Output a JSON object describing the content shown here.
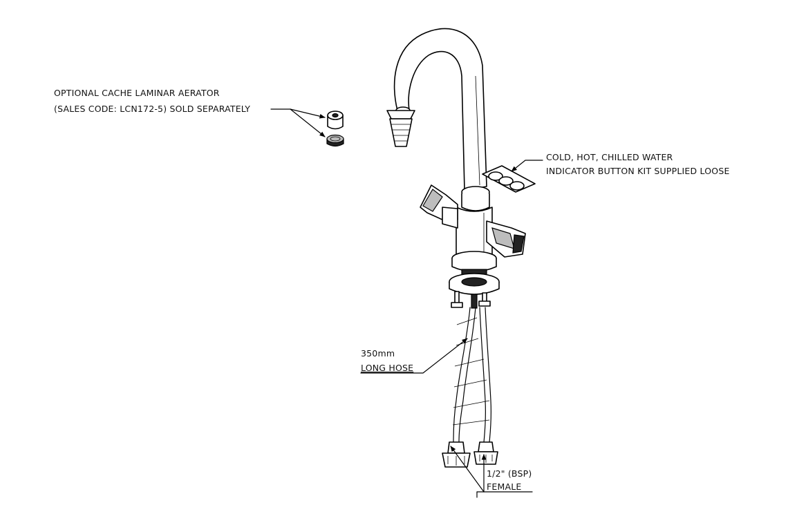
{
  "callouts": {
    "aerator": {
      "line1": "OPTIONAL CACHE LAMINAR AERATOR",
      "line2": "(SALES CODE: LCN172-5) SOLD SEPARATELY"
    },
    "indicator": {
      "line1": "COLD, HOT, CHILLED WATER",
      "line2": "INDICATOR BUTTON KIT SUPPLIED LOOSE"
    },
    "hose": {
      "line1": "350mm",
      "line2": "LONG HOSE"
    },
    "connector": {
      "line1": "1/2\" (BSP)",
      "line2": "FEMALE"
    }
  }
}
